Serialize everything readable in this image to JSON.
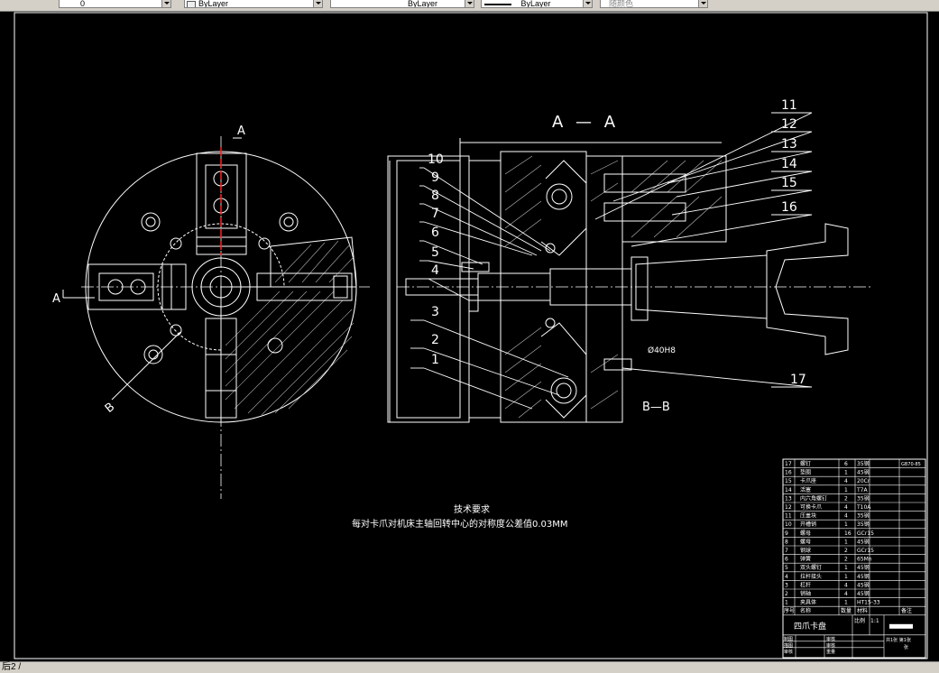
{
  "toolbar": {
    "layer_value": "0",
    "color_value": "ByLayer",
    "linetype_value": "ByLayer",
    "lineweight_value": "ByLayer",
    "plotstyle_value": "随颜色"
  },
  "drawing": {
    "section_label": "A — A",
    "section_mark_a": "A",
    "section_mark_b": "B",
    "bb_label": "B—B",
    "dim_diameter": "Ø40H8",
    "callouts": [
      "1",
      "2",
      "3",
      "4",
      "5",
      "6",
      "7",
      "8",
      "9",
      "10",
      "11",
      "12",
      "13",
      "14",
      "15",
      "16",
      "17"
    ],
    "tech_title": "技术要求",
    "tech_note": "每对卡爪对机床主轴回转中心的对称度公差值0.03MM"
  },
  "title_block": {
    "parts": [
      {
        "no": "17",
        "name": "螺钉",
        "qty": "6",
        "material": "35钢",
        "note": "GB70-85"
      },
      {
        "no": "16",
        "name": "垫圈",
        "qty": "1",
        "material": "45钢",
        "note": ""
      },
      {
        "no": "15",
        "name": "卡爪座",
        "qty": "4",
        "material": "20Cr",
        "note": ""
      },
      {
        "no": "14",
        "name": "活塞",
        "qty": "1",
        "material": "T7A",
        "note": ""
      },
      {
        "no": "13",
        "name": "内六角螺钉",
        "qty": "2",
        "material": "35钢",
        "note": ""
      },
      {
        "no": "12",
        "name": "可换卡爪",
        "qty": "4",
        "material": "T10A",
        "note": ""
      },
      {
        "no": "11",
        "name": "压盖块",
        "qty": "4",
        "material": "35钢",
        "note": ""
      },
      {
        "no": "10",
        "name": "开槽销",
        "qty": "1",
        "material": "35钢",
        "note": ""
      },
      {
        "no": "9",
        "name": "螺母",
        "qty": "16",
        "material": "GCr15",
        "note": ""
      },
      {
        "no": "8",
        "name": "螺母",
        "qty": "1",
        "material": "45钢",
        "note": ""
      },
      {
        "no": "7",
        "name": "钢球",
        "qty": "2",
        "material": "GCr15",
        "note": ""
      },
      {
        "no": "6",
        "name": "弹簧",
        "qty": "2",
        "material": "65Mn",
        "note": ""
      },
      {
        "no": "5",
        "name": "双头螺钉",
        "qty": "1",
        "material": "45钢",
        "note": ""
      },
      {
        "no": "4",
        "name": "拉杆接头",
        "qty": "1",
        "material": "45钢",
        "note": ""
      },
      {
        "no": "3",
        "name": "杠杆",
        "qty": "4",
        "material": "45钢",
        "note": ""
      },
      {
        "no": "2",
        "name": "销轴",
        "qty": "4",
        "material": "45钢",
        "note": ""
      },
      {
        "no": "1",
        "name": "夹具体",
        "qty": "1",
        "material": "HT15-33",
        "note": ""
      }
    ],
    "header": {
      "no": "序号",
      "name": "名称",
      "qty": "数量",
      "material": "材料",
      "note": "备注"
    },
    "drawing_name": "四爪卡盘",
    "scale_label": "比例",
    "scale_value": "1:1",
    "sheet_label": "共1张 第1张",
    "row_labels": [
      "制图",
      "描图",
      "审核"
    ],
    "col_labels": [
      "审核",
      "审核",
      "重量"
    ],
    "extra_label": "张"
  },
  "status": {
    "text": "后2 /"
  }
}
